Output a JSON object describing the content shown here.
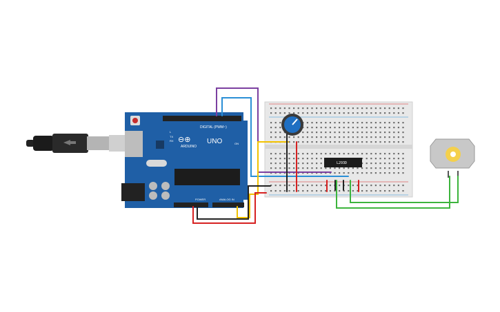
{
  "arduino": {
    "brand": "ARDUINO",
    "model": "UNO",
    "digital_header": "DIGITAL (PWM~)",
    "power_header": "POWER",
    "analog_header": "ANALOG IN",
    "led_tx": "TX",
    "led_rx": "RX",
    "led_l": "L",
    "led_on": "ON",
    "board_color": "#1f5fa6"
  },
  "driver_chip": {
    "label": "L293D"
  },
  "components": {
    "usb_cable": "usb-cable",
    "potentiometer": "potentiometer",
    "breadboard": "breadboard",
    "dc_motor": "dc-motor"
  },
  "wire_colors": {
    "purple": "#7b3fa0",
    "blue": "#2a8fd6",
    "yellow": "#f2c200",
    "black": "#222222",
    "red": "#d62020",
    "green": "#3cb43c"
  }
}
